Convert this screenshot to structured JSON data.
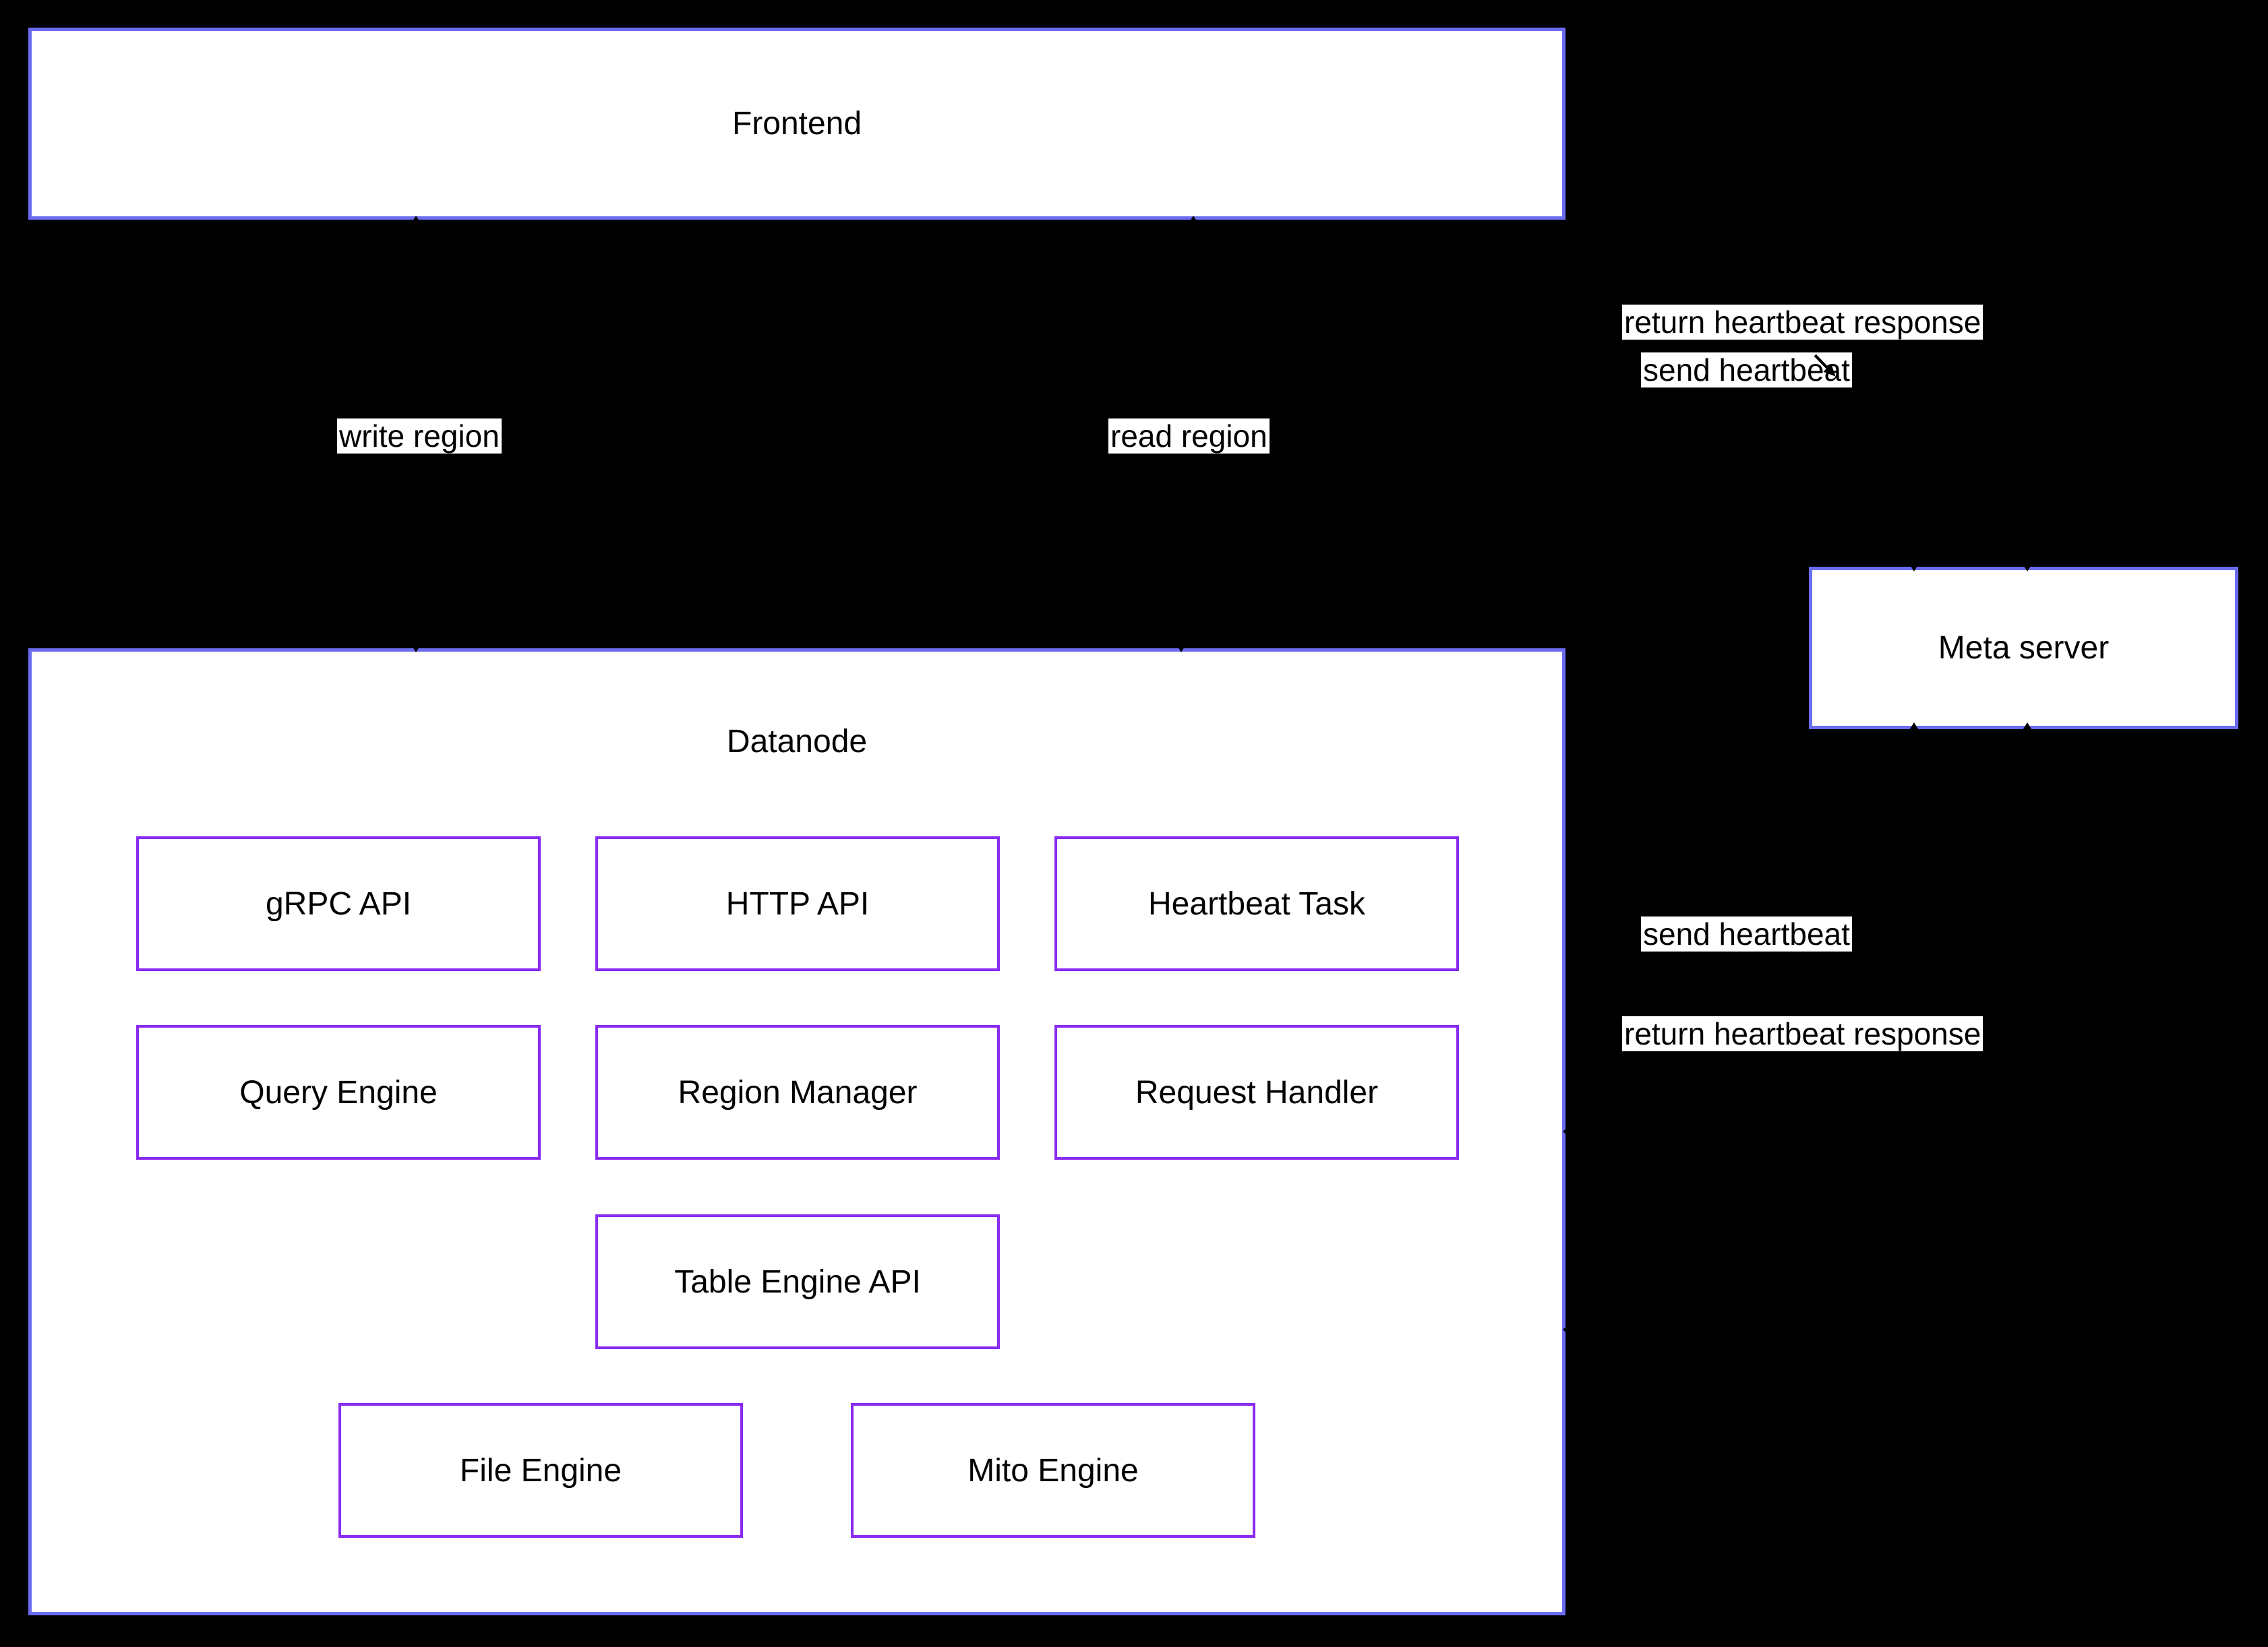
{
  "diagram": {
    "title": "Datanode architecture diagram",
    "nodes": {
      "frontend": "Frontend",
      "datanode": "Datanode",
      "meta_server": "Meta server",
      "grpc_api": "gRPC API",
      "http_api": "HTTP API",
      "heartbeat_task": "Heartbeat Task",
      "query_engine": "Query Engine",
      "region_manager": "Region Manager",
      "request_handler": "Request Handler",
      "table_engine_api": "Table Engine API",
      "file_engine": "File Engine",
      "mito_engine": "Mito Engine"
    },
    "edge_labels": {
      "return_heartbeat_top": "return heartbeat response",
      "send_heartbeat_top": "send heartbeat",
      "write_region": "write region",
      "read_region": "read region",
      "send_heartbeat_bottom": "send heartbeat",
      "return_heartbeat_bottom": "return heartbeat response"
    },
    "colors": {
      "background": "#000000",
      "outer_node_border": "#6c6cf2",
      "inner_node_border": "#8a2bf2",
      "node_fill": "#ffffff",
      "text": "#000000"
    }
  }
}
